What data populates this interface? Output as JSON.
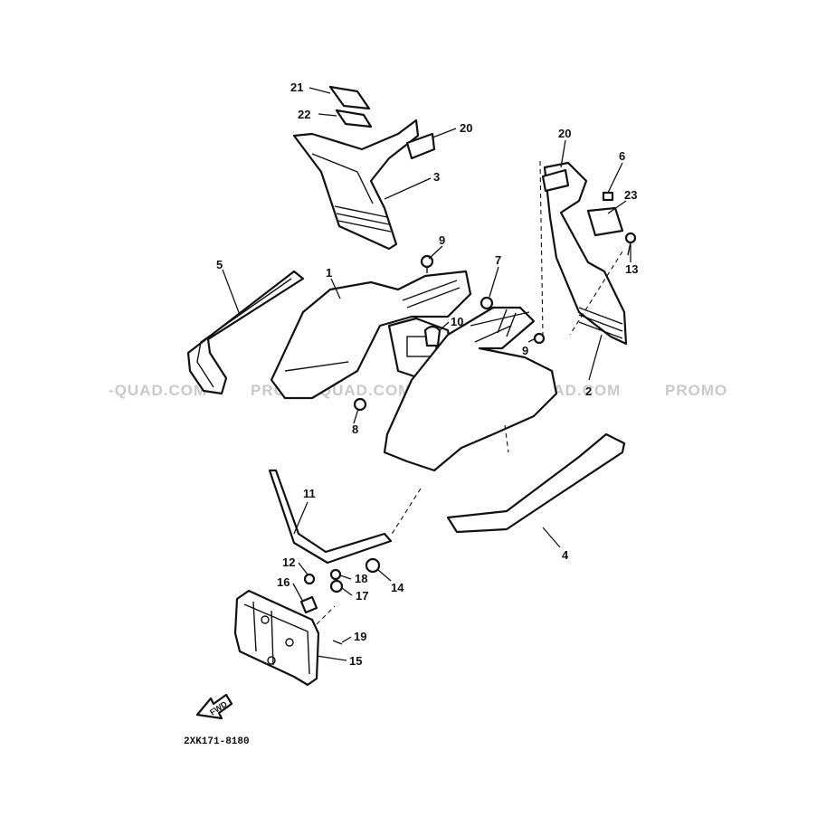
{
  "diagram": {
    "code": "2XK171-8180",
    "fwd_label": "FWD",
    "watermarks": [
      "-QUAD.COM",
      "PROMO-QUAD.COM",
      "PROMO-QUAD.COM",
      "PROMO"
    ],
    "callouts": [
      "21",
      "22",
      "20",
      "3",
      "20",
      "6",
      "23",
      "9",
      "13",
      "5",
      "1",
      "7",
      "10",
      "9",
      "2",
      "8",
      "11",
      "12",
      "18",
      "16",
      "17",
      "14",
      "4",
      "19",
      "15"
    ]
  }
}
